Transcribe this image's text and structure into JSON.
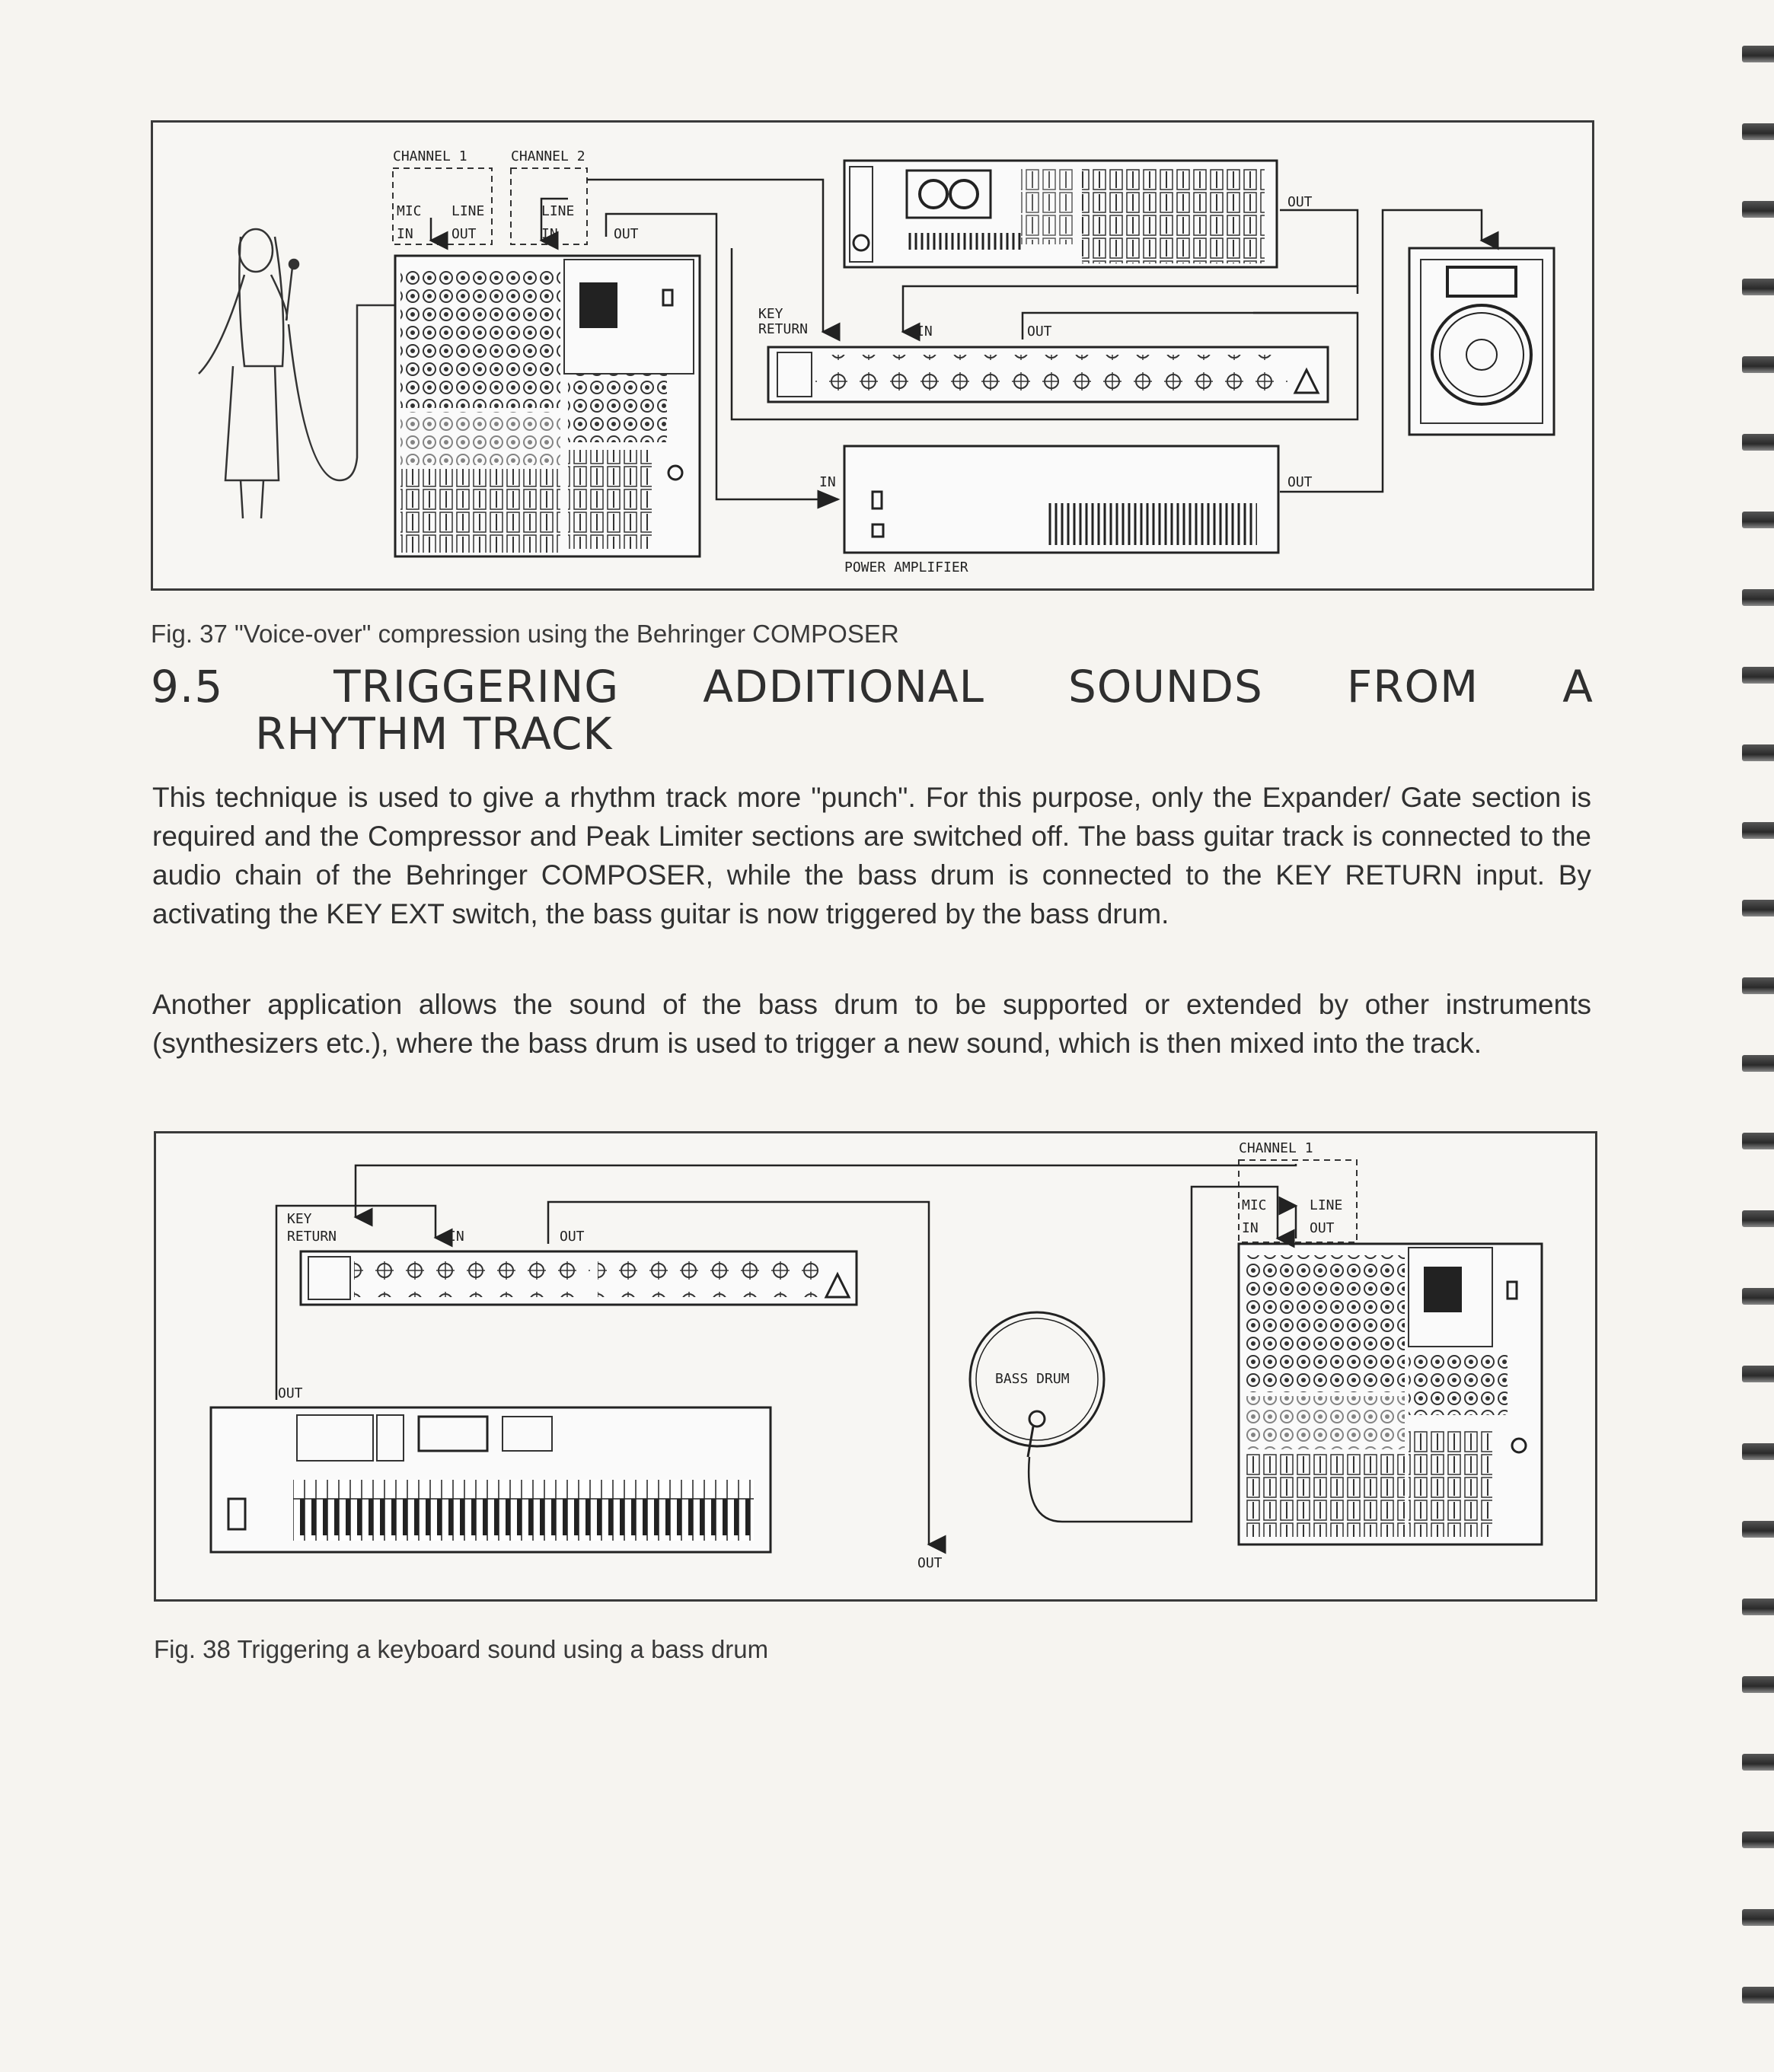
{
  "figure37": {
    "labels": {
      "channel1": "CHANNEL 1",
      "channel2": "CHANNEL 2",
      "mic": "MIC",
      "in": "IN",
      "line": "LINE",
      "out": "OUT",
      "key_return_1": "KEY",
      "key_return_2": "RETURN",
      "power_amplifier": "POWER AMPLIFIER"
    },
    "caption": "Fig. 37  \"Voice-over\" compression using the Behringer COMPOSER"
  },
  "section": {
    "number": "9.5",
    "title_line1_words": [
      "TRIGGERING",
      "ADDITIONAL",
      "SOUNDS",
      "FROM",
      "A"
    ],
    "title_line2": "RHYTHM TRACK",
    "paragraphs": [
      "This technique is used to give a rhythm track more \"punch\". For this purpose, only the Expander/ Gate section is required and the Compressor and Peak Limiter sections are switched off. The bass guitar track is connected to the audio chain of the Behringer COMPOSER, while the bass drum is connected to the KEY RETURN input. By activating the KEY EXT switch, the bass guitar is now triggered by the bass drum.",
      "Another application allows the sound of the bass drum to be supported or extended by other instruments (synthesizers etc.), where the bass drum is used to trigger a new sound, which is then mixed into the track."
    ]
  },
  "figure38": {
    "labels": {
      "key": "KEY",
      "return": "RETURN",
      "in": "IN",
      "out": "OUT",
      "bass_drum": "BASS DRUM",
      "channel1": "CHANNEL 1",
      "mic": "MIC",
      "line": "LINE"
    },
    "caption": "Fig. 38  Triggering a keyboard sound using a bass drum"
  }
}
